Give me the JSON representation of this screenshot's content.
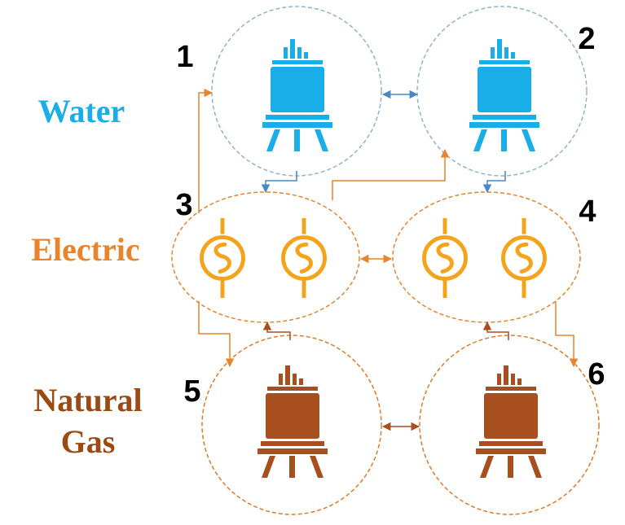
{
  "colors": {
    "water": "#1aaee8",
    "water_ring": "#8fb4cf",
    "electric": "#f5a31b",
    "electric_ring": "#e8842c",
    "gas": "#a84f1f",
    "gas_ring": "#e07a2a",
    "water_link": "#4a87c4",
    "electric_link": "#e8842c",
    "gas_link": "#a84f1f",
    "water_label": "#1aaee8",
    "electric_label": "#e8842c",
    "gas_label": "#9a4a12"
  },
  "labels": {
    "water": "Water",
    "electric": "Electric",
    "natural": "Natural",
    "gas": "Gas"
  },
  "nodes": [
    {
      "id": "1",
      "layer": "water",
      "icon": "storage-tank-icon"
    },
    {
      "id": "2",
      "layer": "water",
      "icon": "storage-tank-icon"
    },
    {
      "id": "3",
      "layer": "electric",
      "icon": "generator-icon"
    },
    {
      "id": "4",
      "layer": "electric",
      "icon": "generator-icon"
    },
    {
      "id": "5",
      "layer": "gas",
      "icon": "storage-tank-icon"
    },
    {
      "id": "6",
      "layer": "gas",
      "icon": "storage-tank-icon"
    }
  ],
  "links": [
    {
      "from": "1",
      "to": "2",
      "type": "bidirectional",
      "color": "water_link"
    },
    {
      "from": "3",
      "to": "4",
      "type": "bidirectional",
      "color": "electric_link"
    },
    {
      "from": "5",
      "to": "6",
      "type": "bidirectional",
      "color": "gas_link"
    },
    {
      "from": "1",
      "to": "3",
      "type": "directed",
      "color": "water_link"
    },
    {
      "from": "2",
      "to": "4",
      "type": "directed",
      "color": "water_link"
    },
    {
      "from": "3",
      "to": "1",
      "type": "directed",
      "color": "electric_link"
    },
    {
      "from": "3",
      "to": "2",
      "type": "directed",
      "color": "electric_link"
    },
    {
      "from": "3",
      "to": "5",
      "type": "directed",
      "color": "electric_link"
    },
    {
      "from": "4",
      "to": "6",
      "type": "directed",
      "color": "electric_link"
    },
    {
      "from": "5",
      "to": "3",
      "type": "directed",
      "color": "gas_link"
    },
    {
      "from": "6",
      "to": "4",
      "type": "directed",
      "color": "gas_link"
    }
  ]
}
